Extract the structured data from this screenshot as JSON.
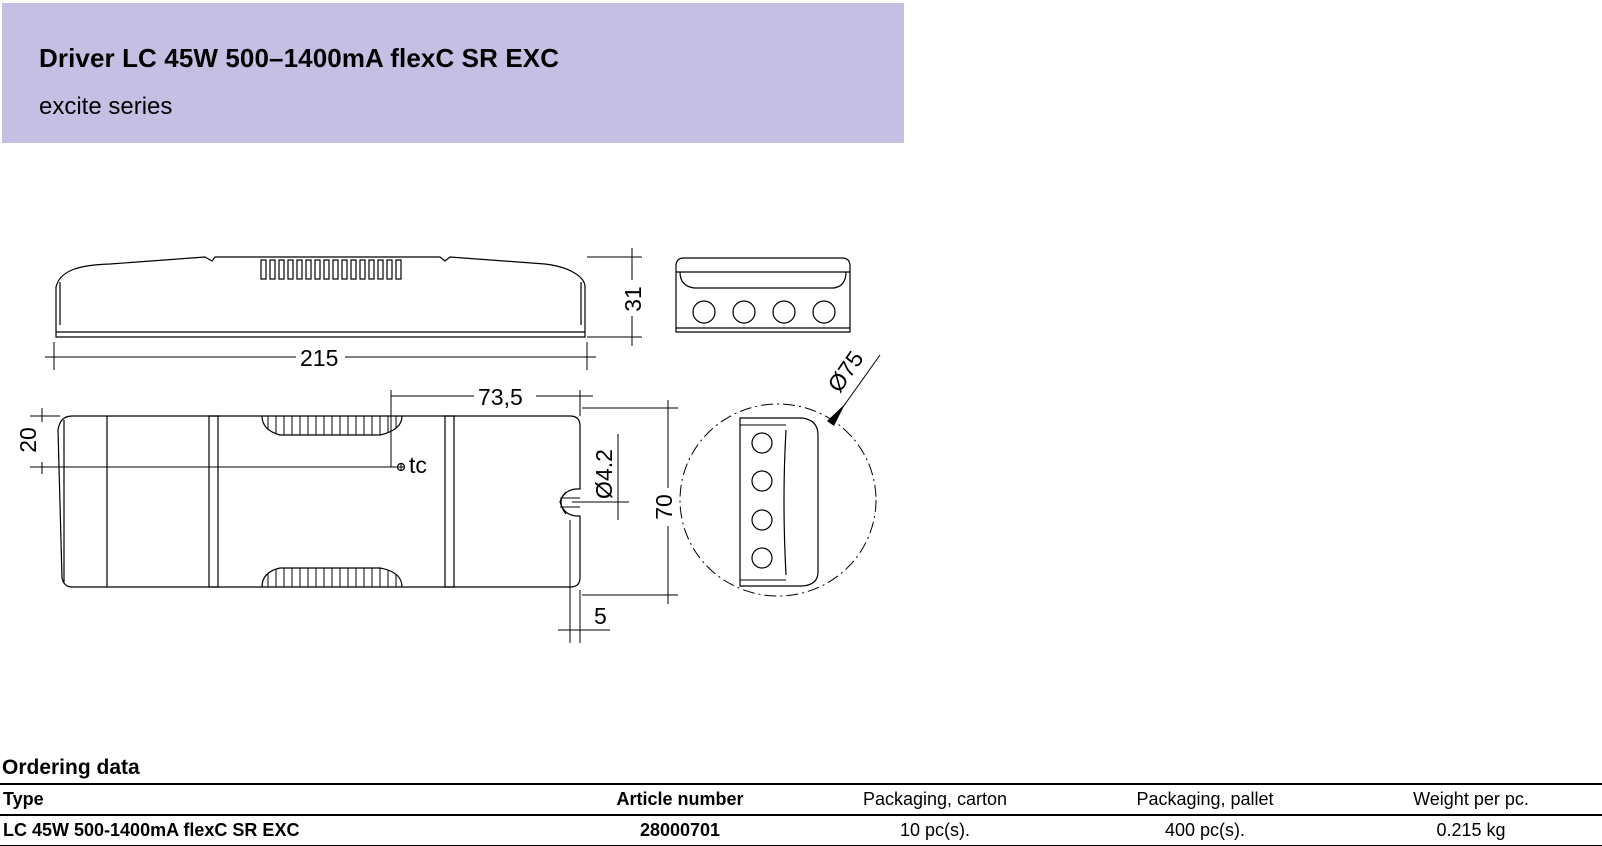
{
  "header": {
    "title": "Driver LC 45W 500–1400mA flexC SR EXC",
    "subtitle": "excite series",
    "band_color": "#c5c0e3"
  },
  "drawing": {
    "dimensions": {
      "length": "215",
      "height": "31",
      "width": "70",
      "tc_offset_x": "73,5",
      "tc_offset_y": "20",
      "hole_diameter": "Ø4.2",
      "hole_edge": "5",
      "cable_clearance": "Ø75",
      "tc_label": "tc"
    }
  },
  "ordering": {
    "title": "Ordering data",
    "columns": [
      "Type",
      "Article number",
      "Packaging, carton",
      "Packaging, pallet",
      "Weight per pc."
    ],
    "rows": [
      [
        "LC 45W 500-1400mA flexC SR EXC",
        "28000701",
        "10 pc(s).",
        "400 pc(s).",
        "0.215 kg"
      ]
    ]
  }
}
